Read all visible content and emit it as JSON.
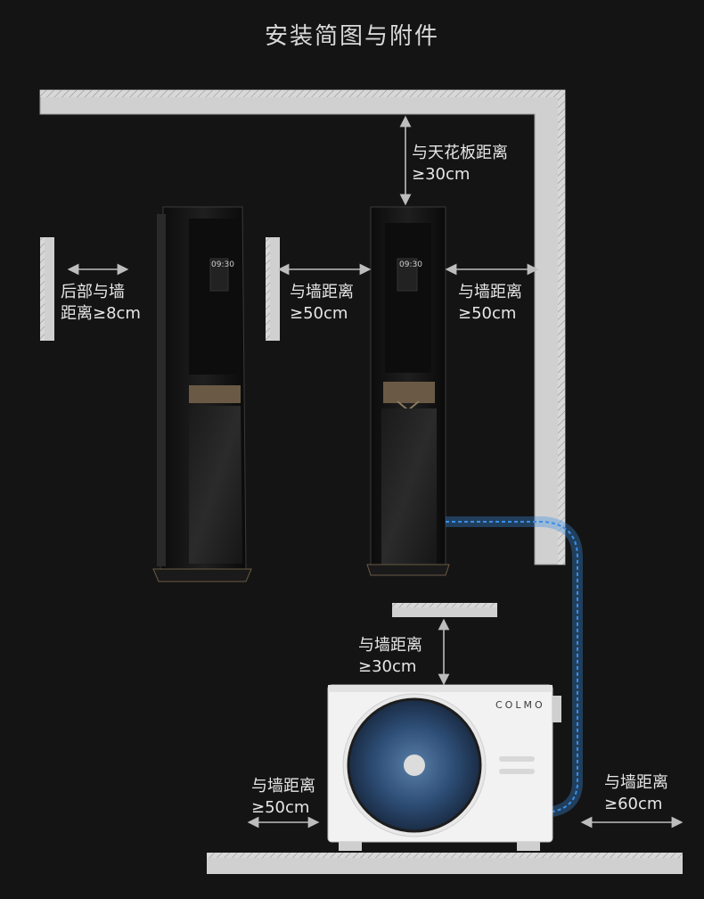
{
  "title": "安装简图与附件",
  "labels": {
    "ceiling_line1": "与天花板距离",
    "ceiling_line2": "≥30cm",
    "back_line1": "后部与墙",
    "back_line2": "距离≥8cm",
    "side_line1": "与墙距离",
    "side_line2": "≥50cm",
    "right_line1": "与墙距离",
    "right_line2": "≥50cm",
    "outdoor_top_line1": "与墙距离",
    "outdoor_top_line2": "≥30cm",
    "outdoor_left_line1": "与墙距离",
    "outdoor_left_line2": "≥50cm",
    "outdoor_right_line1": "与墙距离",
    "outdoor_right_line2": "≥60cm"
  },
  "unit": {
    "display_time": "09:30",
    "brand": "COLMO"
  },
  "colors": {
    "background": "#141414",
    "wall": "#cfcfcf",
    "pipe": "#3a8ee6",
    "arrow": "#bdbdbd"
  }
}
